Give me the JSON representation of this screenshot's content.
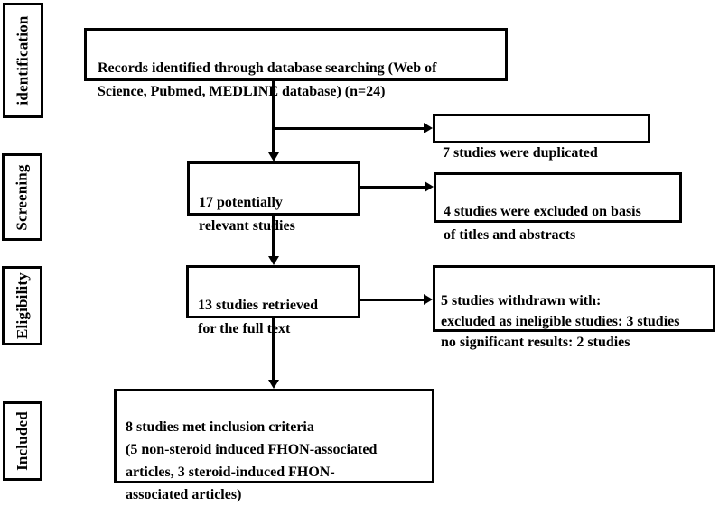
{
  "colors": {
    "background": "#ffffff",
    "ink": "#000000"
  },
  "stages": [
    {
      "label": "identification"
    },
    {
      "label": "Screening"
    },
    {
      "label": "Eligibility"
    },
    {
      "label": "Included"
    }
  ],
  "flow": {
    "records": "Records identified through database searching (Web of\nScience, Pubmed, MEDLINE database) (n=24)",
    "duplicated": "7 studies were duplicated",
    "relevant": "17 potentially\nrelevant studies",
    "excluded_titles": "4 studies were excluded on basis\nof titles and abstracts",
    "fulltext": "13 studies retrieved\nfor the full text",
    "withdrawn": "5 studies withdrawn with:\nexcluded as ineligible studies: 3 studies\nno significant results: 2 studies",
    "included": "8 studies met inclusion criteria\n(5 non-steroid induced FHON-associated\narticles, 3 steroid-induced FHON-\nassociated articles)"
  }
}
